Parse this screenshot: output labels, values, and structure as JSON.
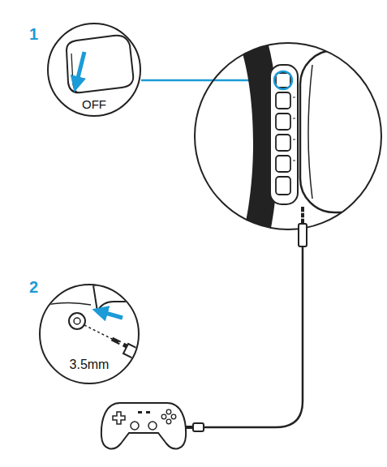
{
  "diagram": {
    "nodes": [
      {
        "text": [
          "OFF"
        ]
      },
      {
        "text": [
          "3.5mm"
        ]
      }
    ],
    "labels": [
      "1",
      "2"
    ]
  }
}
